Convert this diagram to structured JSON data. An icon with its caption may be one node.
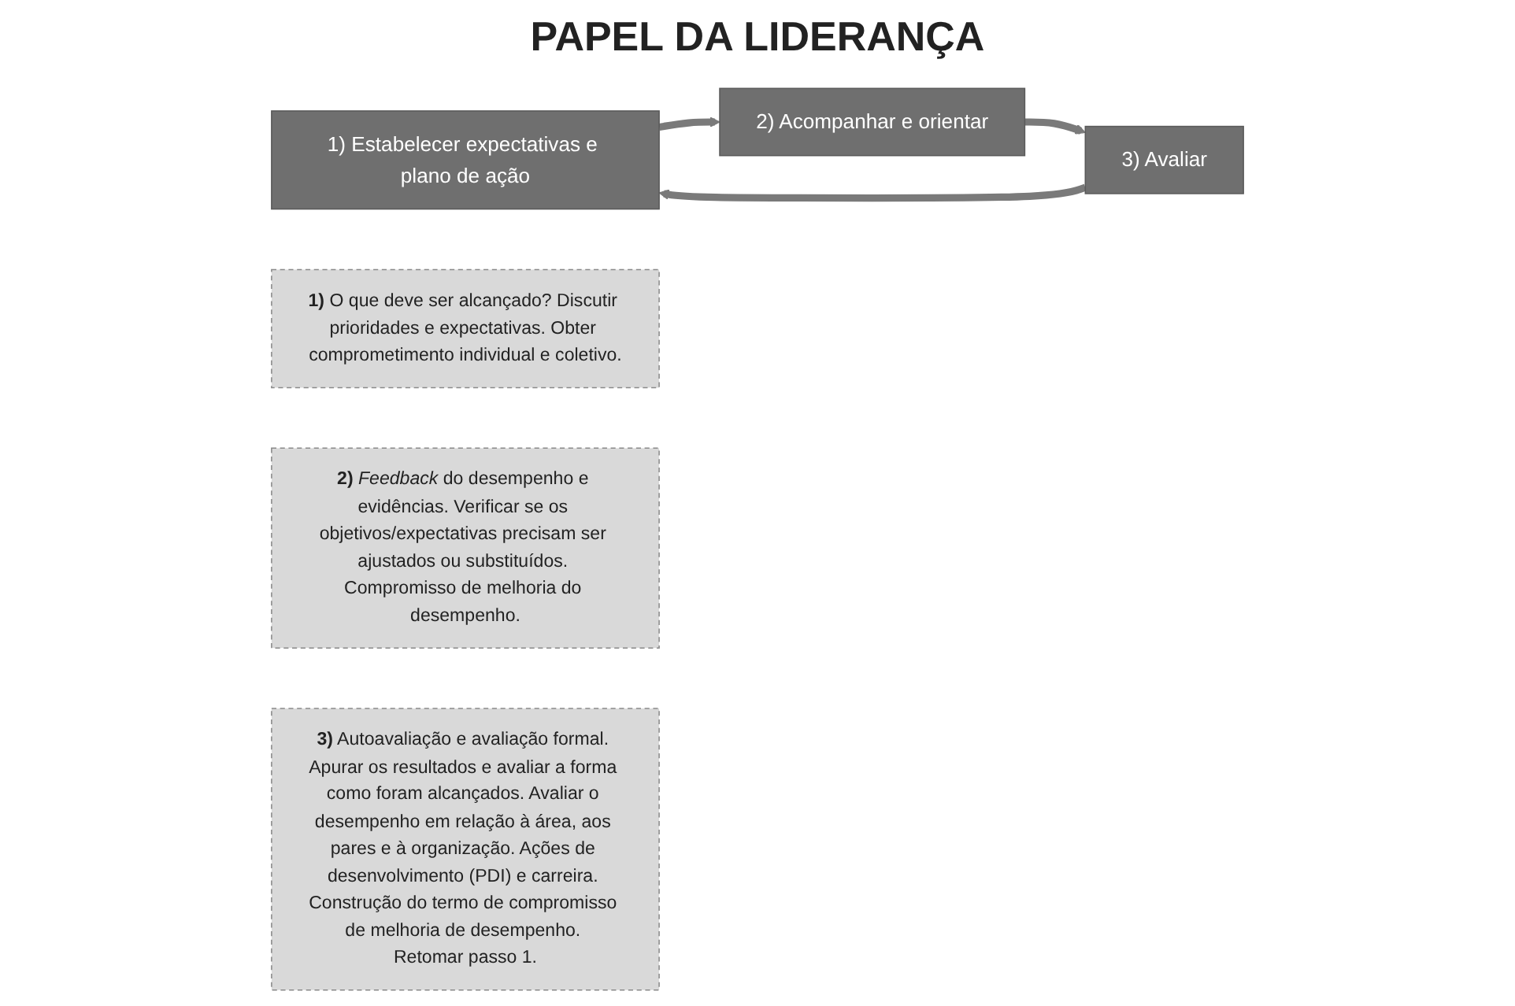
{
  "diagram": {
    "title": "PAPEL DA LIDERANÇA",
    "nodes": [
      {
        "text": [
          "1) Estabelecer expectativas e plano de ação"
        ]
      },
      {
        "text": [
          "**1)** O que deve ser alcançado? Discutir prioridades e expectativas. Obter comprometimento individual e coletivo."
        ]
      },
      {
        "text": [
          "2) Acompanhar e orientar"
        ]
      },
      {
        "text": [
          "**2)** *Feedback* do desempenho e evidências. Verificar se os objetivos/expectativas precisam ser ajustados ou substituídos. Compromisso de melhoria do desempenho."
        ]
      },
      {
        "text": [
          "3) Avaliar"
        ]
      },
      {
        "text": [
          "**3)** Autoavaliação e avaliação formal. Apurar os resultados e avaliar a forma como foram alcançados. Avaliar o desempenho em relação à área, aos pares e à organização. Ações de desenvolvimento (PDI) e carreira. Construção do termo de compromisso de melhoria de desempenho. Retomar passo 1."
        ]
      }
    ],
    "edges": [
      {
        "from": 0,
        "to": 2,
        "arrow": "to"
      },
      {
        "from": 2,
        "to": 4,
        "arrow": "to"
      },
      {
        "from": 4,
        "to": 0,
        "arrow": "to"
      }
    ]
  }
}
